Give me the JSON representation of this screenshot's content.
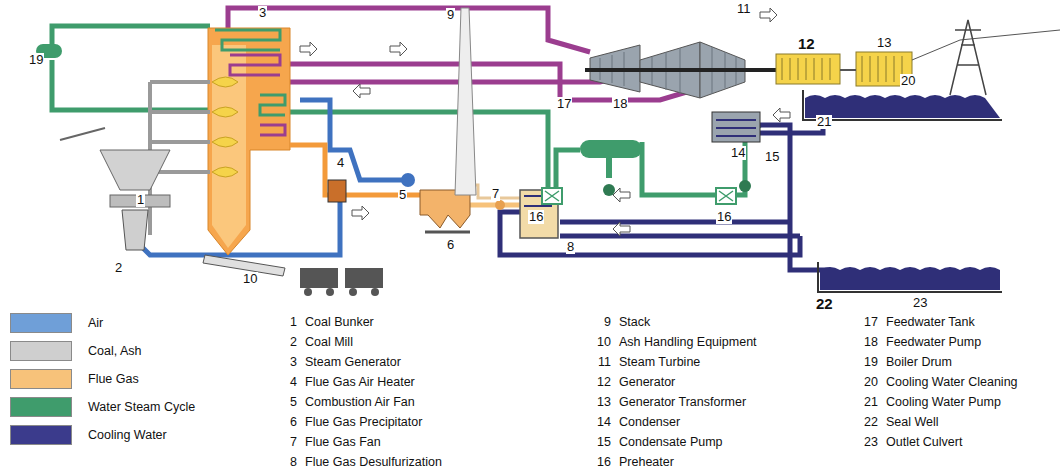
{
  "diagram": {
    "labels": [
      "19",
      "3",
      "9",
      "11",
      "12",
      "13",
      "17",
      "18",
      "14",
      "21",
      "20",
      "15",
      "16",
      "16",
      "1",
      "4",
      "5",
      "6",
      "7",
      "8",
      "2",
      "10",
      "22",
      "23",
      "1",
      "Coal Bunker",
      "2",
      "Coal Mill",
      "3",
      "Steam Generator",
      "4",
      "Flue Gas Air Heater",
      "5",
      "Combustion Air Fan",
      "6",
      "Flue Gas Precipitator",
      "7",
      "Flue Gas Fan",
      "8",
      "Flue Gas Desulfurization",
      "9",
      "Stack",
      "10",
      "Ash Handling Equipment",
      "11",
      "Steam Turbine",
      "12",
      "Generator",
      "13",
      "Generator Transformer",
      "14",
      "Condenser",
      "15",
      "Condensate Pump",
      "16",
      "Preheater",
      "17",
      "Feedwater Tank",
      "18",
      "Feedwater Pump",
      "19",
      "Boiler Drum",
      "20",
      "Cooling Water Cleaning",
      "21",
      "Cooling Water Pump",
      "22",
      "Seal Well",
      "23",
      "Outlet Culvert"
    ],
    "legend": [
      {
        "text": "Air",
        "color": "#6f9fd8"
      },
      {
        "text": "Coal, Ash",
        "color": "#cfcfcf"
      },
      {
        "text": "Flue Gas",
        "color": "#f7c27a"
      },
      {
        "text": "Water Steam Cycle",
        "color": "#3f9c6c"
      },
      {
        "text": "Cooling Water",
        "color": "#3b3b8c"
      }
    ]
  }
}
